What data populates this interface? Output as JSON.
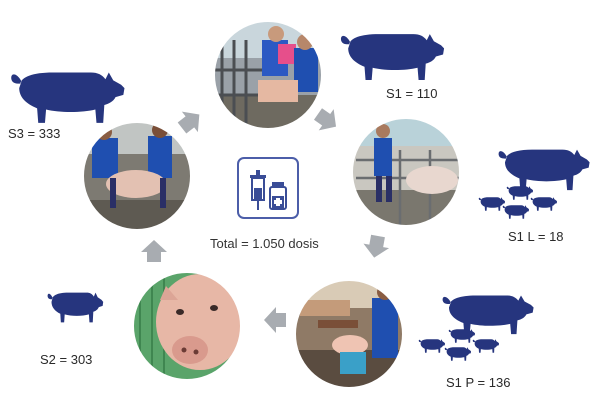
{
  "diagram": {
    "labels": {
      "s1": "S1 = 110",
      "s1l": "S1 L = 18",
      "s1p": "S1 P = 136",
      "s2": "S2 = 303",
      "s3": "S3 = 333",
      "total": "Total = 1.050 dosis"
    },
    "photos": [
      {
        "id": "photo-top",
        "scene": "workers-vaccinating-in-pen"
      },
      {
        "id": "photo-right",
        "scene": "worker-in-farrowing-stalls"
      },
      {
        "id": "photo-bottom-right",
        "scene": "workers-handling-piglet"
      },
      {
        "id": "photo-bottom-left",
        "scene": "pig-close-up"
      },
      {
        "id": "photo-left",
        "scene": "workers-restraining-pig"
      }
    ],
    "icons": [
      "pig-icon",
      "sow-with-piglets-icon",
      "syringe-vial-icon",
      "cycle-arrow-icon"
    ],
    "colors": {
      "pig_silhouette": "#26357e",
      "arrow": "#a8acb1",
      "icon_frame": "#4c5ea9",
      "icon_fill": "#3a4d97"
    }
  }
}
